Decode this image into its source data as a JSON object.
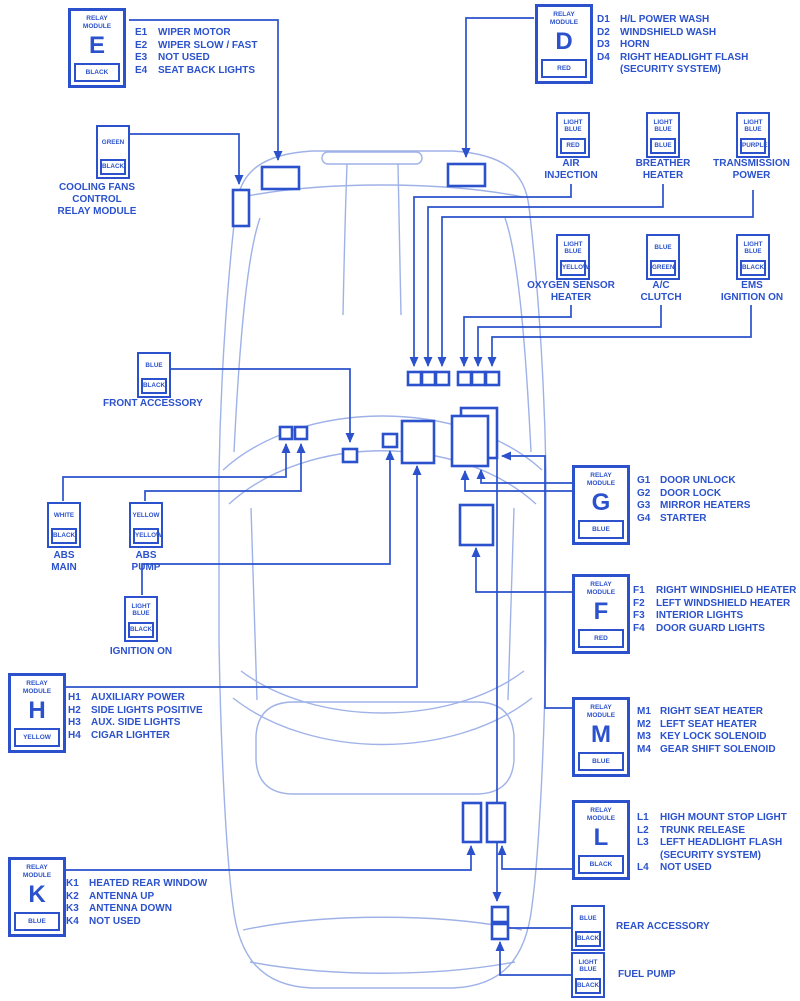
{
  "palette": {
    "wire_blue": "#2b52cc",
    "car_outline_blue": "#9fb2e8",
    "background": "#ffffff"
  },
  "relay_modules": [
    {
      "id": "E",
      "head": "RELAY\nMODULE",
      "letter": "E",
      "color_label": "BLACK",
      "functions": [
        {
          "code": "E1",
          "label": "WIPER MOTOR"
        },
        {
          "code": "E2",
          "label": "WIPER SLOW / FAST"
        },
        {
          "code": "E3",
          "label": "NOT USED"
        },
        {
          "code": "E4",
          "label": "SEAT BACK LIGHTS"
        }
      ]
    },
    {
      "id": "D",
      "head": "RELAY\nMODULE",
      "letter": "D",
      "color_label": "RED",
      "functions": [
        {
          "code": "D1",
          "label": "H/L POWER WASH"
        },
        {
          "code": "D2",
          "label": "WINDSHIELD WASH"
        },
        {
          "code": "D3",
          "label": "HORN"
        },
        {
          "code": "D4",
          "label": "RIGHT HEADLIGHT FLASH\n(SECURITY SYSTEM)"
        }
      ]
    },
    {
      "id": "G",
      "head": "RELAY\nMODULE",
      "letter": "G",
      "color_label": "BLUE",
      "functions": [
        {
          "code": "G1",
          "label": "DOOR UNLOCK"
        },
        {
          "code": "G2",
          "label": "DOOR LOCK"
        },
        {
          "code": "G3",
          "label": "MIRROR HEATERS"
        },
        {
          "code": "G4",
          "label": "STARTER"
        }
      ]
    },
    {
      "id": "F",
      "head": "RELAY\nMODULE",
      "letter": "F",
      "color_label": "RED",
      "functions": [
        {
          "code": "F1",
          "label": "RIGHT WINDSHIELD HEATER"
        },
        {
          "code": "F2",
          "label": "LEFT WINDSHIELD HEATER"
        },
        {
          "code": "F3",
          "label": "INTERIOR LIGHTS"
        },
        {
          "code": "F4",
          "label": "DOOR GUARD LIGHTS"
        }
      ]
    },
    {
      "id": "M",
      "head": "RELAY\nMODULE",
      "letter": "M",
      "color_label": "BLUE",
      "functions": [
        {
          "code": "M1",
          "label": "RIGHT SEAT HEATER"
        },
        {
          "code": "M2",
          "label": "LEFT SEAT HEATER"
        },
        {
          "code": "M3",
          "label": "KEY LOCK SOLENOID"
        },
        {
          "code": "M4",
          "label": "GEAR SHIFT SOLENOID"
        }
      ]
    },
    {
      "id": "L",
      "head": "RELAY\nMODULE",
      "letter": "L",
      "color_label": "BLACK",
      "functions": [
        {
          "code": "L1",
          "label": "HIGH MOUNT STOP LIGHT"
        },
        {
          "code": "L2",
          "label": "TRUNK RELEASE"
        },
        {
          "code": "L3",
          "label": "LEFT HEADLIGHT FLASH\n(SECURITY SYSTEM)"
        },
        {
          "code": "L4",
          "label": "NOT USED"
        }
      ]
    },
    {
      "id": "H",
      "head": "RELAY\nMODULE",
      "letter": "H",
      "color_label": "YELLOW",
      "functions": [
        {
          "code": "H1",
          "label": "AUXILIARY POWER"
        },
        {
          "code": "H2",
          "label": "SIDE LIGHTS POSITIVE"
        },
        {
          "code": "H3",
          "label": "AUX. SIDE LIGHTS"
        },
        {
          "code": "H4",
          "label": "CIGAR LIGHTER"
        }
      ]
    },
    {
      "id": "K",
      "head": "RELAY\nMODULE",
      "letter": "K",
      "color_label": "BLUE",
      "functions": [
        {
          "code": "K1",
          "label": "HEATED REAR WINDOW"
        },
        {
          "code": "K2",
          "label": "ANTENNA UP"
        },
        {
          "code": "K3",
          "label": "ANTENNA DOWN"
        },
        {
          "code": "K4",
          "label": "NOT USED"
        }
      ]
    }
  ],
  "connectors": [
    {
      "name": "cooling-fans",
      "top_color": "GREEN",
      "bottom_color": "BLACK",
      "label": "COOLING FANS\nCONTROL\nRELAY MODULE"
    },
    {
      "name": "air-injection",
      "top_color": "LIGHT\nBLUE",
      "bottom_color": "RED",
      "label": "AIR\nINJECTION"
    },
    {
      "name": "breather-heater",
      "top_color": "LIGHT\nBLUE",
      "bottom_color": "BLUE",
      "label": "BREATHER\nHEATER"
    },
    {
      "name": "transmission-power",
      "top_color": "LIGHT\nBLUE",
      "bottom_color": "PURPLE",
      "label": "TRANSMISSION\nPOWER"
    },
    {
      "name": "oxygen-sensor-heater",
      "top_color": "LIGHT\nBLUE",
      "bottom_color": "YELLOW",
      "label": "OXYGEN SENSOR\nHEATER"
    },
    {
      "name": "ac-clutch",
      "top_color": "BLUE",
      "bottom_color": "GREEN",
      "label": "A/C\nCLUTCH"
    },
    {
      "name": "ems-ignition-on",
      "top_color": "LIGHT\nBLUE",
      "bottom_color": "BLACK",
      "label": "EMS\nIGNITION ON"
    },
    {
      "name": "front-accessory",
      "top_color": "BLUE",
      "bottom_color": "BLACK",
      "label": "FRONT ACCESSORY"
    },
    {
      "name": "abs-main",
      "top_color": "WHITE",
      "bottom_color": "BLACK",
      "label": "ABS\nMAIN"
    },
    {
      "name": "abs-pump",
      "top_color": "YELLOW",
      "bottom_color": "YELLOW",
      "label": "ABS\nPUMP"
    },
    {
      "name": "ignition-on",
      "top_color": "LIGHT\nBLUE",
      "bottom_color": "BLACK",
      "label": "IGNITION ON"
    },
    {
      "name": "rear-accessory",
      "top_color": "BLUE",
      "bottom_color": "BLACK",
      "label": "REAR ACCESSORY"
    },
    {
      "name": "fuel-pump",
      "top_color": "LIGHT\nBLUE",
      "bottom_color": "BLACK",
      "label": "FUEL PUMP"
    }
  ]
}
